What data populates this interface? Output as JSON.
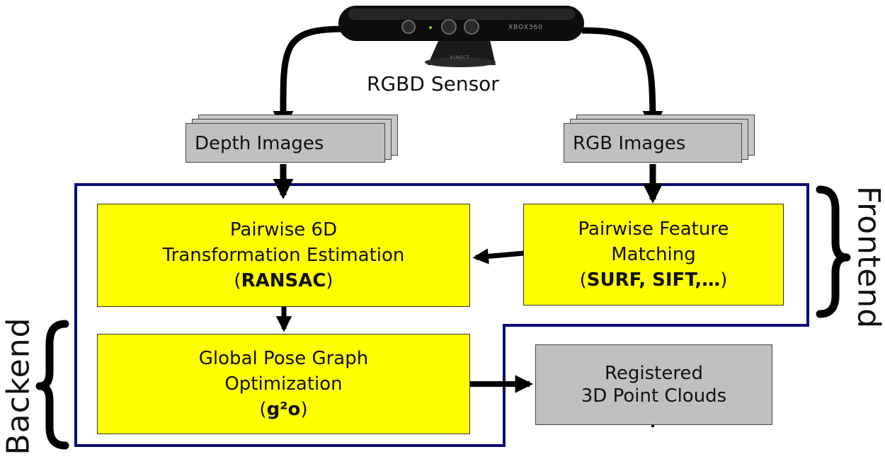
{
  "sensor": {
    "caption": "RGBD Sensor",
    "brand_text": "XBOX360",
    "stand_text": "KINECT"
  },
  "inputs": {
    "depth_label": "Depth Images",
    "rgb_label": "RGB Images"
  },
  "frontend": {
    "label": "Frontend",
    "transform_box": {
      "line1": "Pairwise 6D",
      "line2": "Transformation Estimation",
      "paren_open": "(",
      "method": "RANSAC",
      "paren_close": ")"
    },
    "feature_box": {
      "line1": "Pairwise Feature",
      "line2": "Matching",
      "paren_open": "(",
      "method": "SURF, SIFT,…",
      "paren_close": ")"
    }
  },
  "backend": {
    "label": "Backend",
    "optimization_box": {
      "line1": "Global Pose Graph",
      "line2": "Optimization",
      "paren_open": "(",
      "method": "g²o",
      "paren_close": ")"
    }
  },
  "output": {
    "line1": "Registered",
    "line2": "3D Point Clouds"
  },
  "colors": {
    "process_fill": "#ffff00",
    "io_fill": "#c0c0c0",
    "frame_stroke": "#0a0a78",
    "arrow": "#000000"
  }
}
